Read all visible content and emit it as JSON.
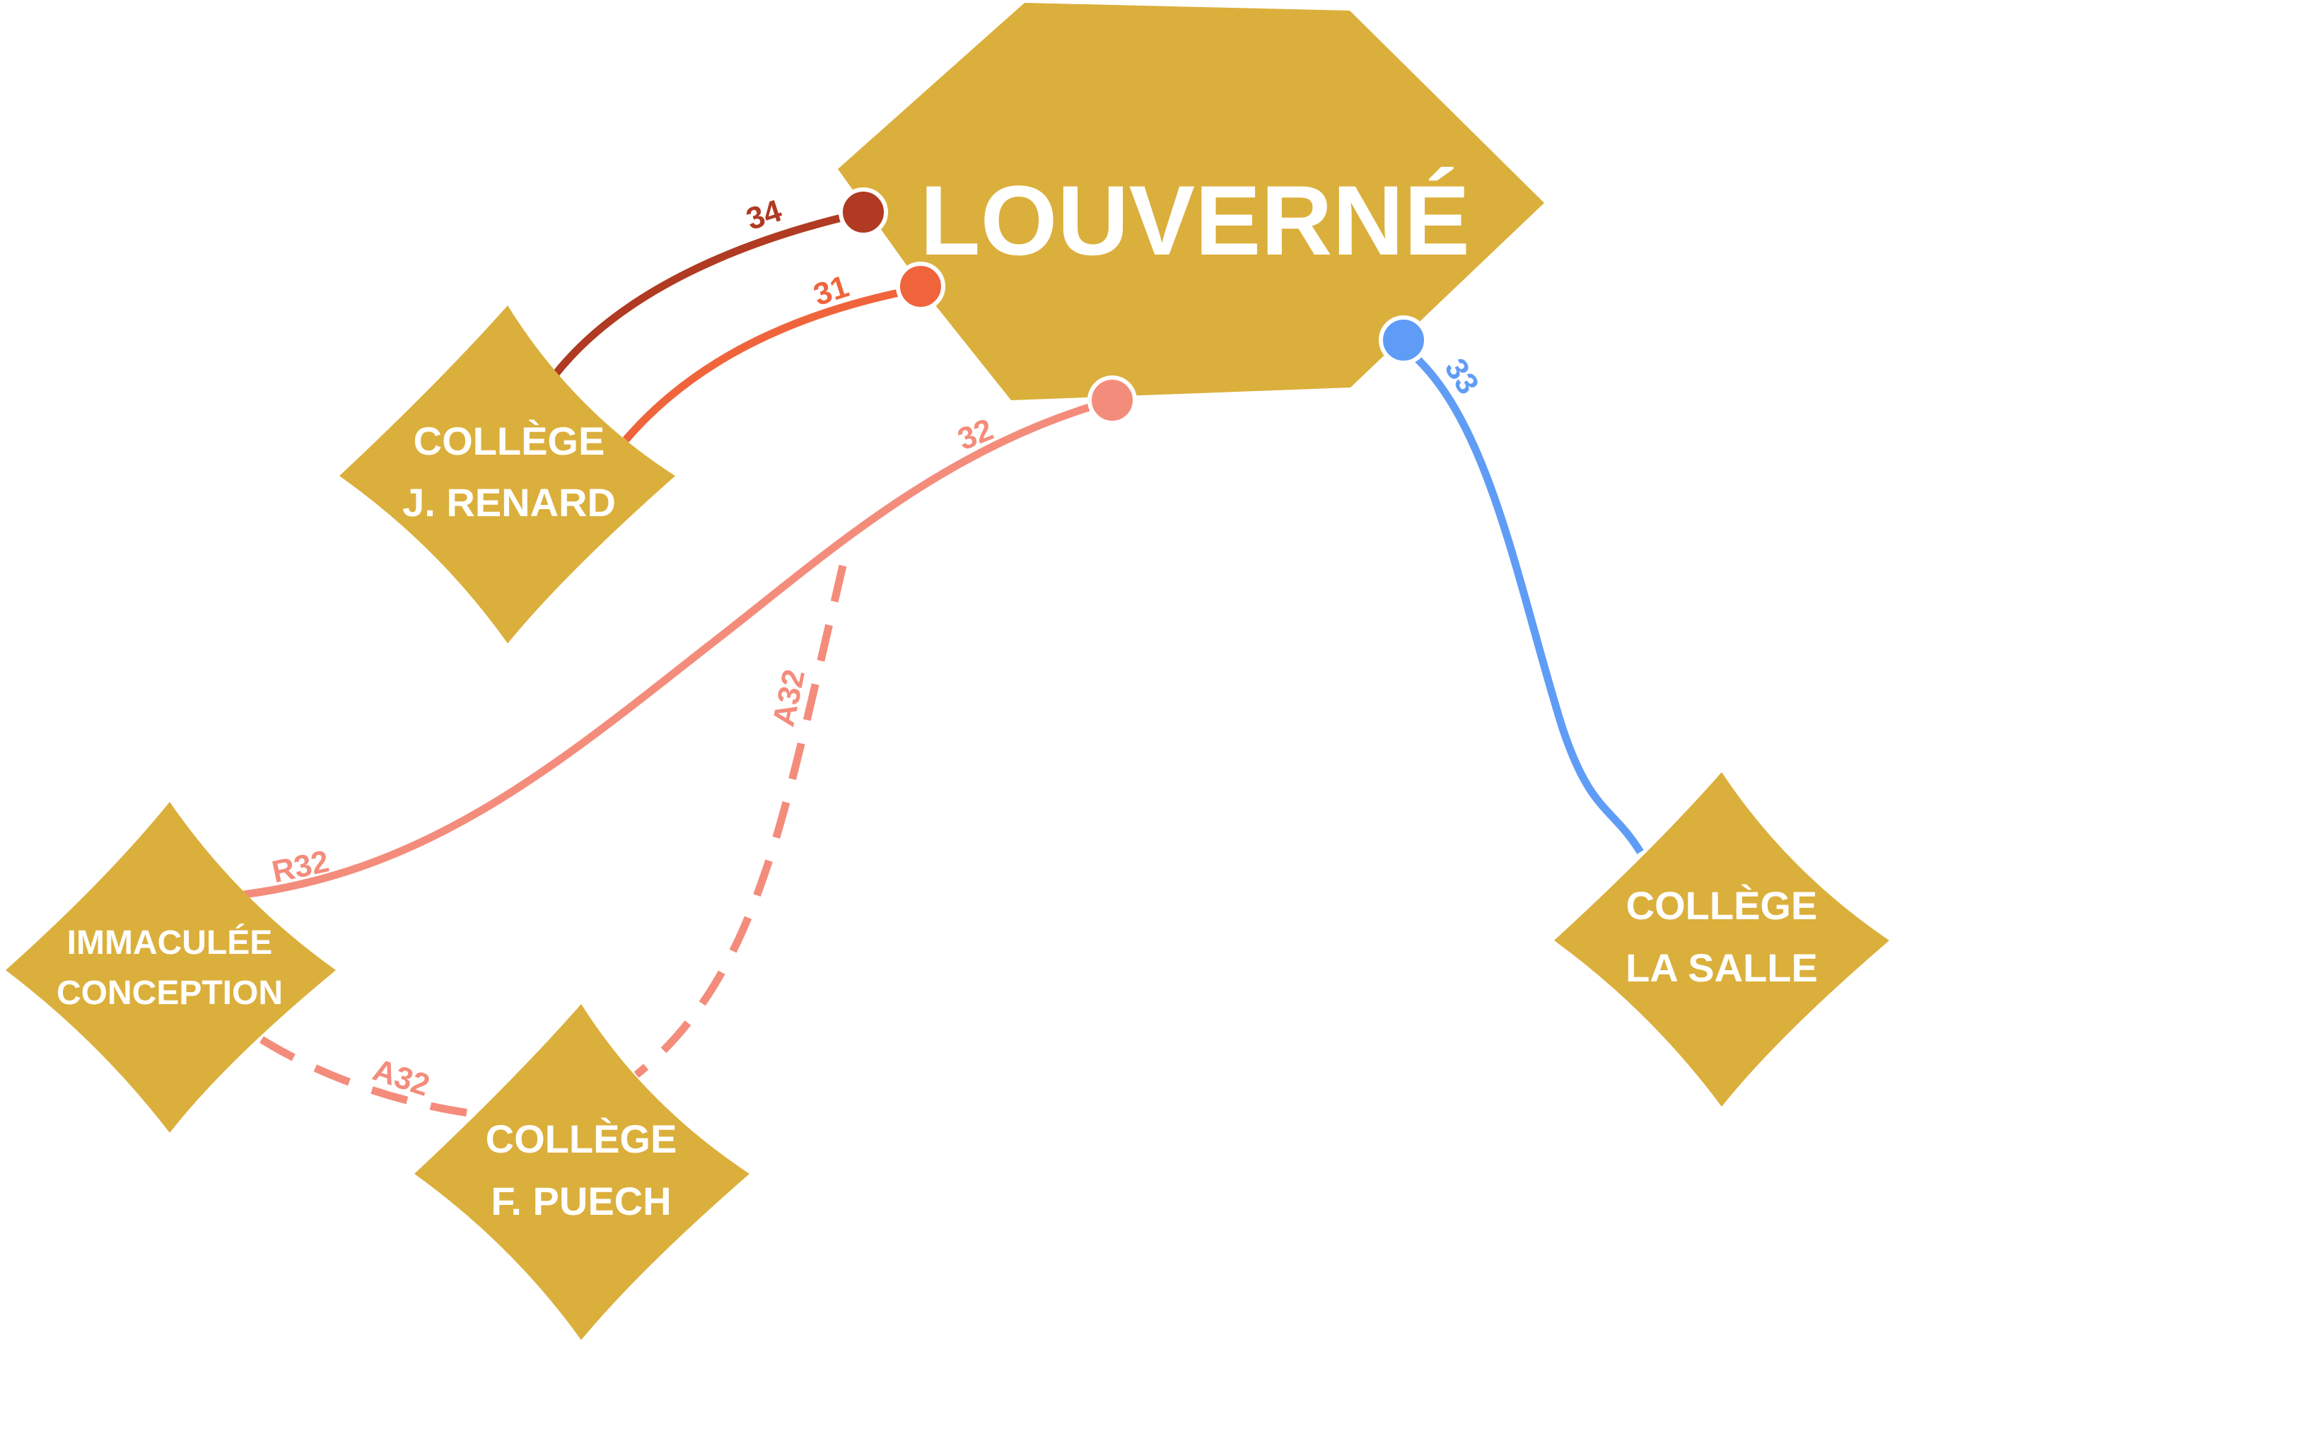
{
  "colors": {
    "node_fill": "#DBAF3B",
    "node_text": "#FFFFFF",
    "line_34": "#B03A22",
    "line_31": "#F0643C",
    "line_32": "#F48C7C",
    "line_33": "#5F9CF6"
  },
  "hub": {
    "name": "LOUVERNÉ"
  },
  "nodes": {
    "renard": {
      "line1": "COLLÈGE",
      "line2": "J. RENARD"
    },
    "immaculee": {
      "line1": "IMMACULÉE",
      "line2": "CONCEPTION"
    },
    "puech": {
      "line1": "COLLÈGE",
      "line2": "F. PUECH"
    },
    "lasalle": {
      "line1": "COLLÈGE",
      "line2": "LA SALLE"
    }
  },
  "routes": {
    "r34": {
      "label": "34"
    },
    "r31": {
      "label": "31"
    },
    "r32": {
      "label": "32"
    },
    "r33": {
      "label": "33"
    },
    "rR32": {
      "label": "R32"
    },
    "rA32_vertical": {
      "label": "A32"
    },
    "rA32_bottom": {
      "label": "A32"
    }
  }
}
